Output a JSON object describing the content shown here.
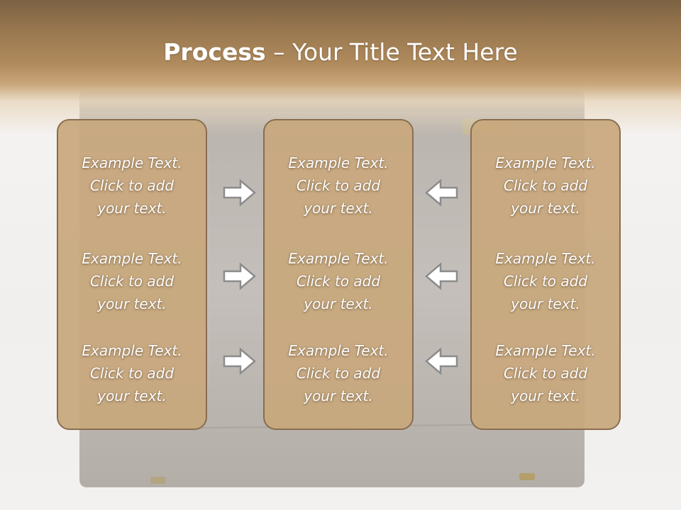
{
  "slide": {
    "title_bold": "Process",
    "title_rest": " – Your Title Text Here",
    "colors": {
      "header": "#a0805a",
      "panel": "#c8a87d",
      "panel_border": "#8a6d4f",
      "text": "#ffffff"
    }
  },
  "panels": {
    "left": [
      {
        "line1": "Example Text.",
        "line2": "Click  to add",
        "line3": "your text."
      },
      {
        "line1": "Example Text.",
        "line2": "Click  to add",
        "line3": "your text."
      },
      {
        "line1": "Example Text.",
        "line2": "Click  to add",
        "line3": "your text."
      }
    ],
    "middle": [
      {
        "line1": "Example Text.",
        "line2": "Click  to add",
        "line3": "your text."
      },
      {
        "line1": "Example Text.",
        "line2": "Click  to add",
        "line3": "your text."
      },
      {
        "line1": "Example Text.",
        "line2": "Click  to add",
        "line3": "your text."
      }
    ],
    "right": [
      {
        "line1": "Example Text.",
        "line2": "Click  to add",
        "line3": "your text."
      },
      {
        "line1": "Example Text.",
        "line2": "Click  to add",
        "line3": "your text."
      },
      {
        "line1": "Example Text.",
        "line2": "Click  to add",
        "line3": "your text."
      }
    ]
  },
  "icons": {
    "left_arrows": "arrow-right-icon",
    "right_arrows": "arrow-left-icon"
  }
}
